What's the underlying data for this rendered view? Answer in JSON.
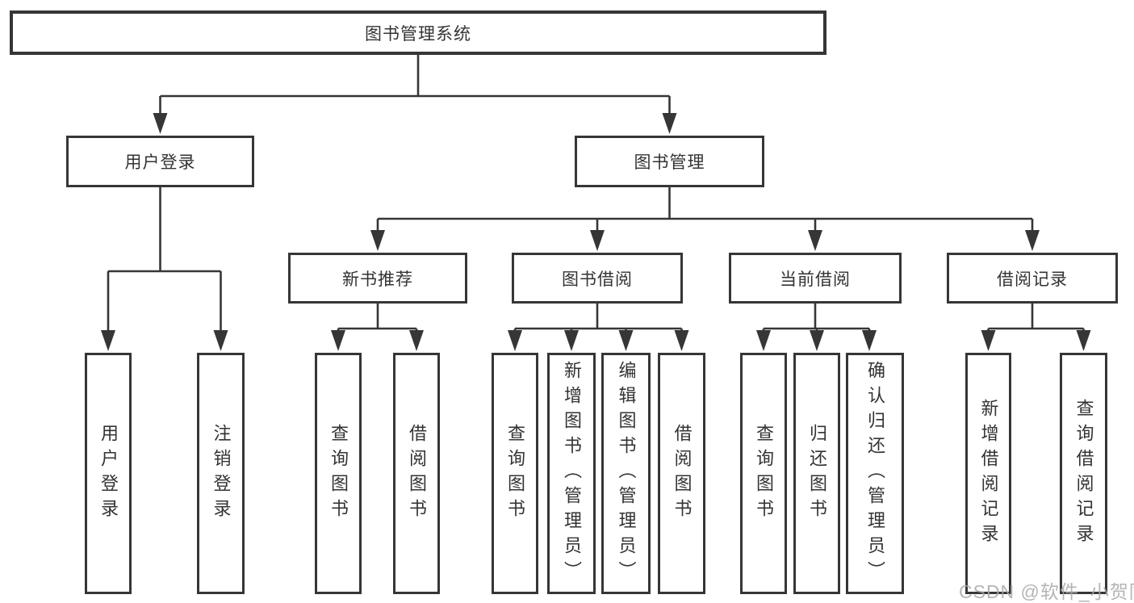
{
  "diagram": {
    "root": {
      "label": "图书管理系统"
    },
    "level2": [
      {
        "label": "用户登录"
      },
      {
        "label": "图书管理"
      }
    ],
    "level3": [
      {
        "label": "新书推荐"
      },
      {
        "label": "图书借阅"
      },
      {
        "label": "当前借阅"
      },
      {
        "label": "借阅记录"
      }
    ],
    "leaves": {
      "user_login": [
        {
          "label": "用户登录"
        },
        {
          "label": "注销登录"
        }
      ],
      "new_book": [
        {
          "label": "查询图书"
        },
        {
          "label": "借阅图书"
        }
      ],
      "borrow": [
        {
          "label": "查询图书"
        },
        {
          "label": "新增图书（管理员）"
        },
        {
          "label": "编辑图书（管理员）"
        },
        {
          "label": "借阅图书"
        }
      ],
      "current": [
        {
          "label": "查询图书"
        },
        {
          "label": "归还图书"
        },
        {
          "label": "确认归还（管理员）"
        }
      ],
      "records": [
        {
          "label": "新增借阅记录"
        },
        {
          "label": "查询借阅记录"
        }
      ]
    }
  },
  "watermark": {
    "text": "CSDN @软件_小贺同学"
  },
  "colors": {
    "line": "#363636",
    "box_border": "#363636",
    "text": "#333333",
    "background": "#ffffff",
    "watermark": "#a8a8a8"
  }
}
